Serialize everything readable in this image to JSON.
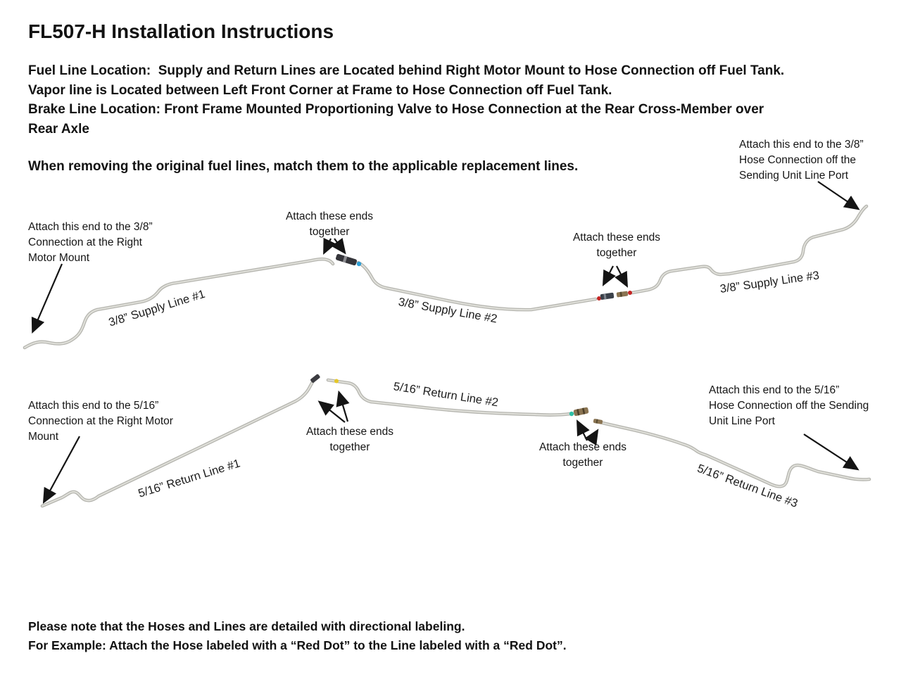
{
  "document": {
    "title": "FL507-H Installation Instructions",
    "intro": [
      "Fuel Line Location:  Supply and Return Lines are Located behind Right Motor Mount to Hose Connection off Fuel Tank.",
      "Vapor line is Located between Left Front Corner at Frame to Hose Connection off Fuel Tank.",
      "Brake Line Location: Front Frame Mounted Proportioning Valve to Hose Connection at the Rear Cross-Member over",
      "Rear Axle"
    ],
    "instruction": "When removing the original fuel lines, match them to the applicable replacement lines.",
    "footer": [
      "Please note that the Hoses and Lines are detailed with directional labeling.",
      "For Example: Attach the Hose labeled with a “Red Dot” to the Line labeled with a “Red Dot”."
    ]
  },
  "diagram": {
    "line_labels": [
      "3/8” Supply Line #1",
      "3/8” Supply Line #2",
      "3/8” Supply Line #3",
      "5/16” Return Line #1",
      "5/16” Return Line #2",
      "5/16” Return Line #3"
    ],
    "annotations": [
      {
        "name": "supply-left",
        "lines": [
          "Attach this end to the 3/8”",
          "Connection at the Right",
          "Motor Mount"
        ]
      },
      {
        "name": "supply-junction-1",
        "lines": [
          "Attach these ends",
          "together"
        ]
      },
      {
        "name": "supply-junction-2",
        "lines": [
          "Attach these ends",
          "together"
        ]
      },
      {
        "name": "supply-right",
        "lines": [
          "Attach this end to the 3/8”",
          "Hose Connection off the",
          "Sending Unit Line Port"
        ]
      },
      {
        "name": "return-left",
        "lines": [
          "Attach this end to the 5/16”",
          "Connection at the Right Motor",
          "Mount"
        ]
      },
      {
        "name": "return-junction-1",
        "lines": [
          "Attach these ends",
          "together"
        ]
      },
      {
        "name": "return-junction-2",
        "lines": [
          "Attach these ends",
          "together"
        ]
      },
      {
        "name": "return-right",
        "lines": [
          "Attach this end to the 5/16”",
          "Hose Connection off the Sending",
          "Unit Line Port"
        ]
      }
    ],
    "marker_colors": {
      "blue_dot": "#2e9fd6",
      "red_dot": "#c42423",
      "yellow_dot": "#e5c728",
      "green_dot": "#2fc0a6",
      "tube": "#c3c3be",
      "fitting_dark": "#3a4049",
      "fitting_brass": "#8a7452"
    }
  }
}
